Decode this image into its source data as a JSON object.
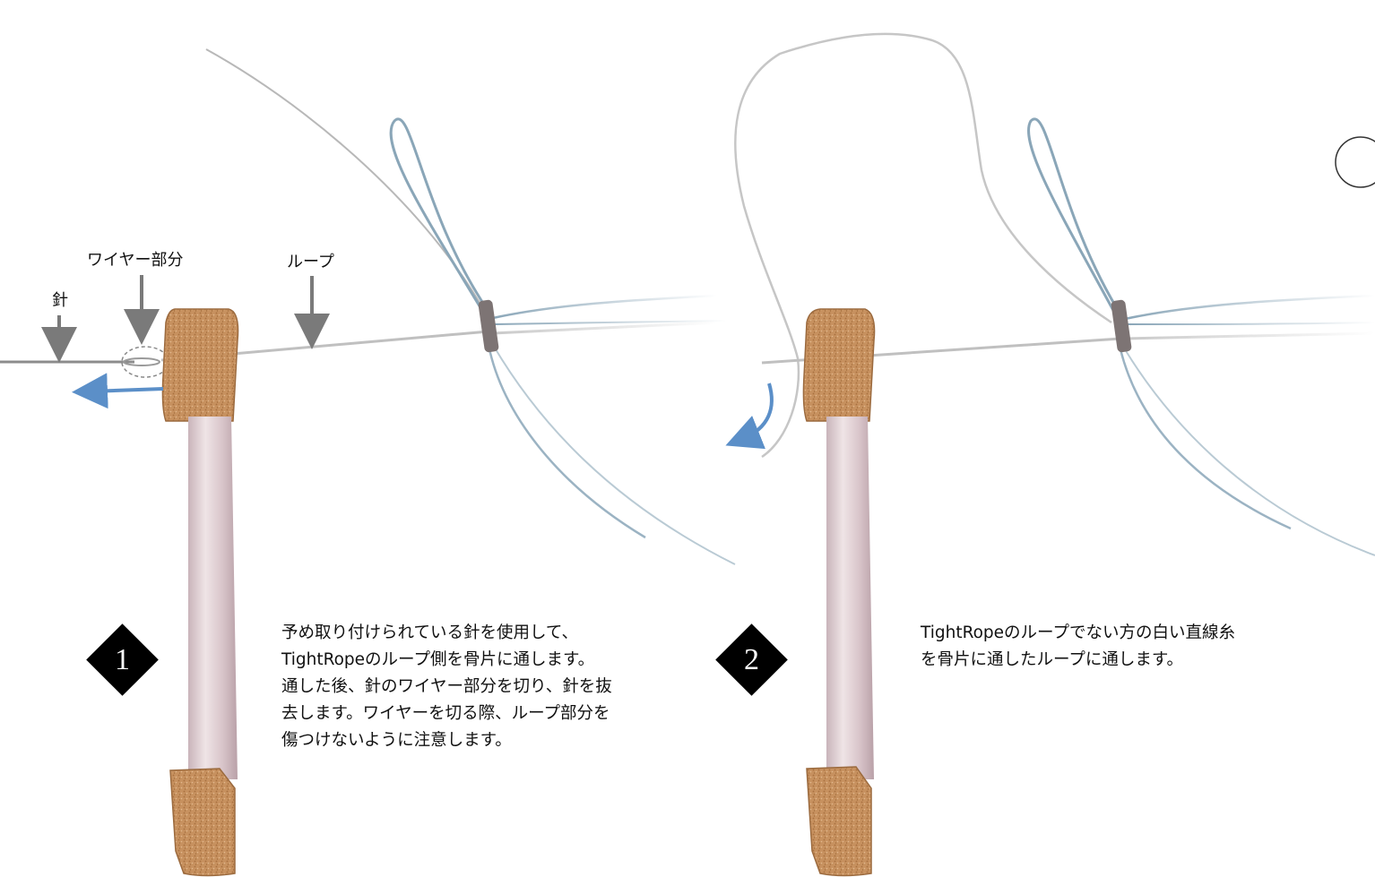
{
  "colors": {
    "needle": "#8c8c8c",
    "suture_white": "#c9c9c9",
    "suture_blue": "#8aa6b8",
    "arrow_blue": "#5b8fc8",
    "label_arrow_gray": "#7a7a7a",
    "bone_cortex": "#c58f5f",
    "bone_shaft": "#d9c6cb",
    "badge_bg": "#000000",
    "badge_text": "#ffffff"
  },
  "labels": {
    "needle": "針",
    "wire_part": "ワイヤー部分",
    "loop": "ループ"
  },
  "steps": [
    {
      "number": "1",
      "text": "予め取り付けられている針を使用して、\nTightRopeのループ側を骨片に通します。\n通した後、針のワイヤー部分を切り、針を抜\n去します。ワイヤーを切る際、ループ部分を\n傷つけないように注意します。"
    },
    {
      "number": "2",
      "text": "TightRopeのループでない方の白い直線糸\nを骨片に通したループに通します。"
    }
  ]
}
